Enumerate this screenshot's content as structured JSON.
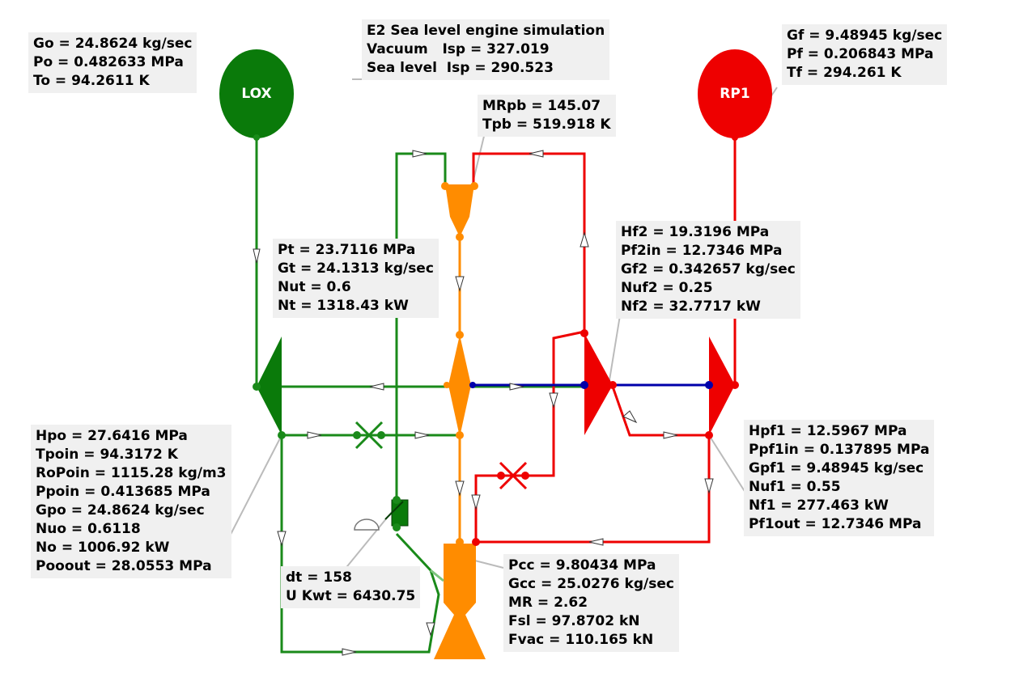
{
  "simulation": {
    "title": "E2 Sea level engine simulation",
    "vacuum_isp": "Vacuum   Isp = 327.019",
    "sealevel_isp": "Sea level  Isp = 290.523"
  },
  "tanks": {
    "lox": {
      "label": "LOX",
      "color": "#0a7a0a"
    },
    "rp1": {
      "label": "RP1",
      "color": "#ee0000"
    }
  },
  "lox_inlet": [
    "Go = 24.8624 kg/sec",
    "Po = 0.482633 MPa",
    "To = 94.2611 K"
  ],
  "fuel_inlet": [
    "Gf = 9.48945 kg/sec",
    "Pf = 0.206843 MPa",
    "Tf = 294.261 K"
  ],
  "preburner": [
    "MRpb = 145.07",
    "Tpb = 519.918 K"
  ],
  "turbine": [
    "Pt = 23.7116 MPa",
    "Gt = 24.1313 kg/sec",
    "Nut = 0.6",
    "Nt = 1318.43 kW"
  ],
  "fuel_pump2": [
    "Hf2 = 19.3196 MPa",
    "Pf2in = 12.7346 MPa",
    "Gf2 = 0.342657 kg/sec",
    "Nuf2 = 0.25",
    "Nf2 = 32.7717 kW"
  ],
  "lox_pump": [
    "Hpo = 27.6416 MPa",
    "Tpoin = 94.3172 K",
    "RoPoin = 1115.28 kg/m3",
    "Ppoin = 0.413685 MPa",
    "Gpo = 24.8624 kg/sec",
    "Nuo = 0.6118",
    "No = 1006.92 kW",
    "Pooout = 28.0553 MPa"
  ],
  "fuel_pump1": [
    "Hpf1 = 12.5967 MPa",
    "Ppf1in = 0.137895 MPa",
    "Gpf1 = 9.48945 kg/sec",
    "Nuf1 = 0.55",
    "Nf1 = 277.463 kW",
    "Pf1out = 12.7346 MPa"
  ],
  "heat_exchanger": [
    "dt = 158",
    "U Kwt = 6430.75"
  ],
  "chamber": [
    "Pcc = 9.80434 MPa",
    "Gcc = 25.0276 kg/sec",
    "MR = 2.62",
    "Fsl = 97.8702 kN",
    "Fvac = 110.165 kN"
  ],
  "colors": {
    "oxidizer_line": "#1a8a1a",
    "fuel_line": "#ee0000",
    "hot_gas_line": "#ff8c00",
    "shaft_line": "#0000aa",
    "leader_line": "#bbbbbb"
  }
}
